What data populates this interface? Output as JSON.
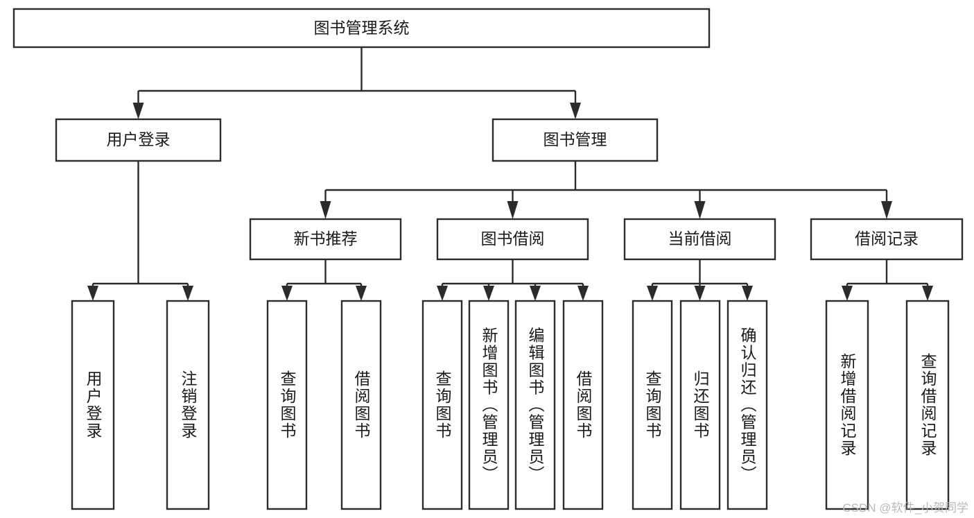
{
  "diagram": {
    "type": "hierarchy-tree",
    "title": "图书管理系统",
    "orientation": "top-down",
    "colors": {
      "box_stroke": "#2b2b2b",
      "box_fill": "#ffffff",
      "connector": "#2b2b2b",
      "text": "#1a1a1a",
      "watermark": "#b9b9b9",
      "background": "#ffffff"
    },
    "root": {
      "label": "图书管理系统"
    },
    "level1": [
      {
        "label": "用户登录"
      },
      {
        "label": "图书管理"
      }
    ],
    "level2": [
      {
        "label": "新书推荐"
      },
      {
        "label": "图书借阅"
      },
      {
        "label": "当前借阅"
      },
      {
        "label": "借阅记录"
      }
    ],
    "leaves": {
      "user_login": [
        {
          "label": "用户登录"
        },
        {
          "label": "注销登录"
        }
      ],
      "new_book_recommend": [
        {
          "label": "查询图书"
        },
        {
          "label": "借阅图书"
        }
      ],
      "book_borrow": [
        {
          "label": "查询图书"
        },
        {
          "label": "新增图书（管理员）"
        },
        {
          "label": "编辑图书（管理员）"
        },
        {
          "label": "借阅图书"
        }
      ],
      "current_borrow": [
        {
          "label": "查询图书"
        },
        {
          "label": "归还图书"
        },
        {
          "label": "确认归还（管理员）"
        }
      ],
      "borrow_record": [
        {
          "label": "新增借阅记录"
        },
        {
          "label": "查询借阅记录"
        }
      ]
    }
  },
  "watermark": {
    "text": "CSDN @软件_小贺同学"
  }
}
